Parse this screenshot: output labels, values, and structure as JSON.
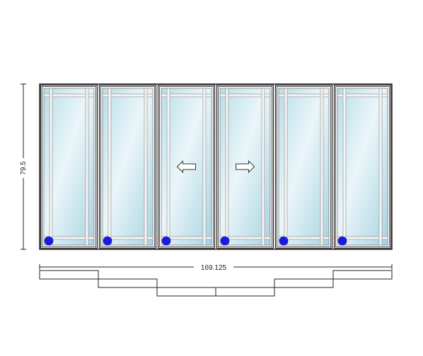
{
  "dimensions": {
    "height_label": "79.5",
    "width_label": "169.125"
  },
  "door": {
    "panel_count": 6,
    "operable_panels": [
      {
        "panel": 3,
        "arrow": "left"
      },
      {
        "panel": 4,
        "arrow": "right"
      }
    ],
    "grille": "prairie",
    "glass_color": "#cfe9f1",
    "frame_color": "#222222",
    "handle_color": "#1a1ae6"
  }
}
